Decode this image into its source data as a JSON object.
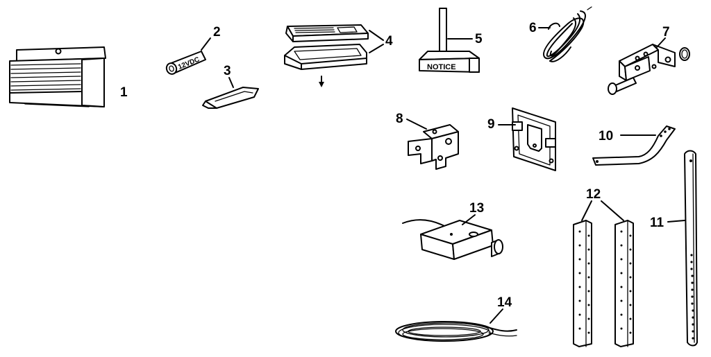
{
  "labels": {
    "p1": "1",
    "p2": "2",
    "p3": "3",
    "p4": "4",
    "p5": "5",
    "p6": "6",
    "p7": "7",
    "p8": "8",
    "p9": "9",
    "p10": "10",
    "p11": "11",
    "p12": "12",
    "p13": "13",
    "p14": "14"
  },
  "part_text": {
    "battery": "12VDC",
    "sign": "NOTICE"
  }
}
